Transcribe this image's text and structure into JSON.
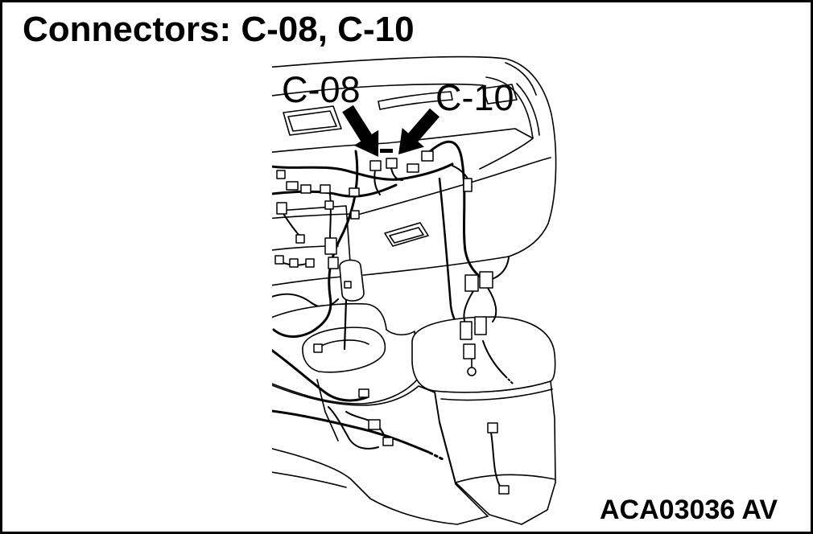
{
  "title": "Connectors: C-08, C-10",
  "callouts": {
    "c08": "C-08",
    "c10": "C-10"
  },
  "figure_code": "ACA03036 AV",
  "colors": {
    "ink": "#000000",
    "paper": "#ffffff"
  }
}
